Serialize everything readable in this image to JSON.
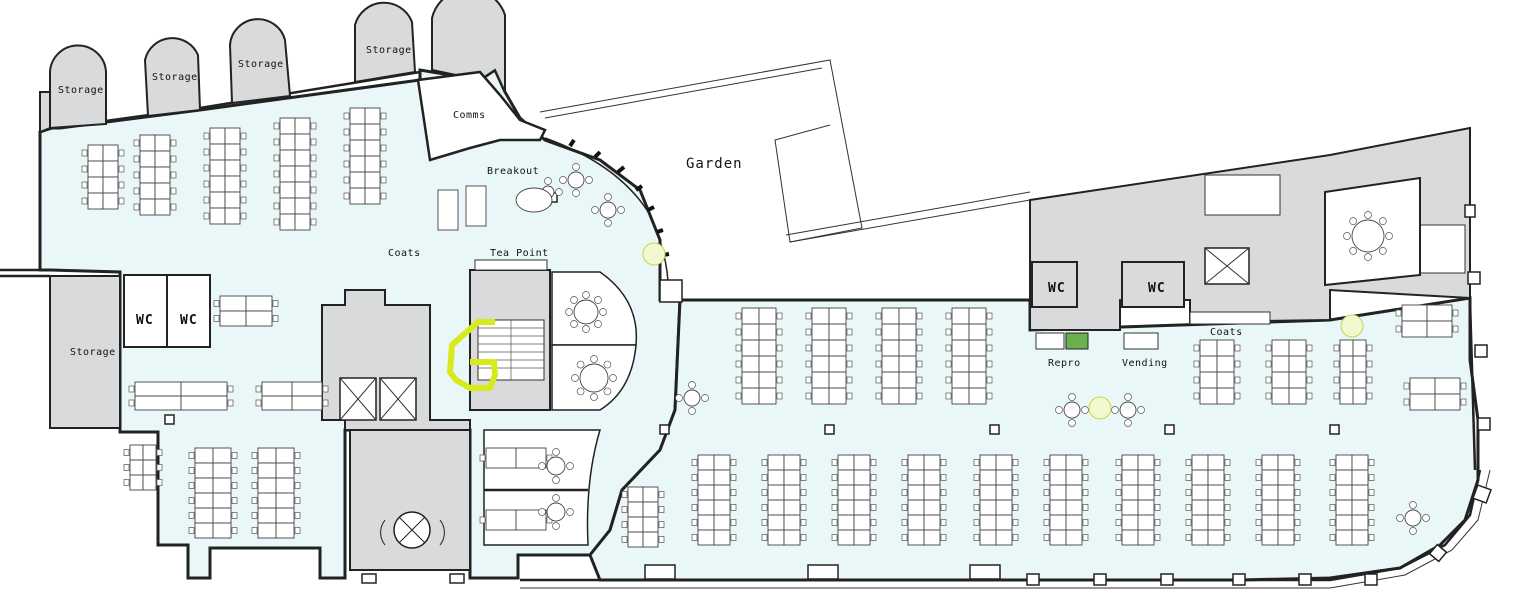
{
  "colors": {
    "floor": "#eaf7f8",
    "core": "#d9dadb",
    "highlight": "#d6ea1c",
    "repro": "#6ab04c"
  },
  "labels": {
    "storage_1": "Storage",
    "storage_2": "Storage",
    "storage_3": "Storage",
    "storage_4": "Storage",
    "storage_5": "Storage",
    "comms": "Comms",
    "breakout": "Breakout",
    "garden": "Garden",
    "coats_left": "Coats",
    "tea_point": "Tea Point",
    "wc_1": "WC",
    "wc_2": "WC",
    "wc_3": "WC",
    "wc_4": "WC",
    "repro": "Repro",
    "vending": "Vending",
    "coats_right": "Coats"
  }
}
